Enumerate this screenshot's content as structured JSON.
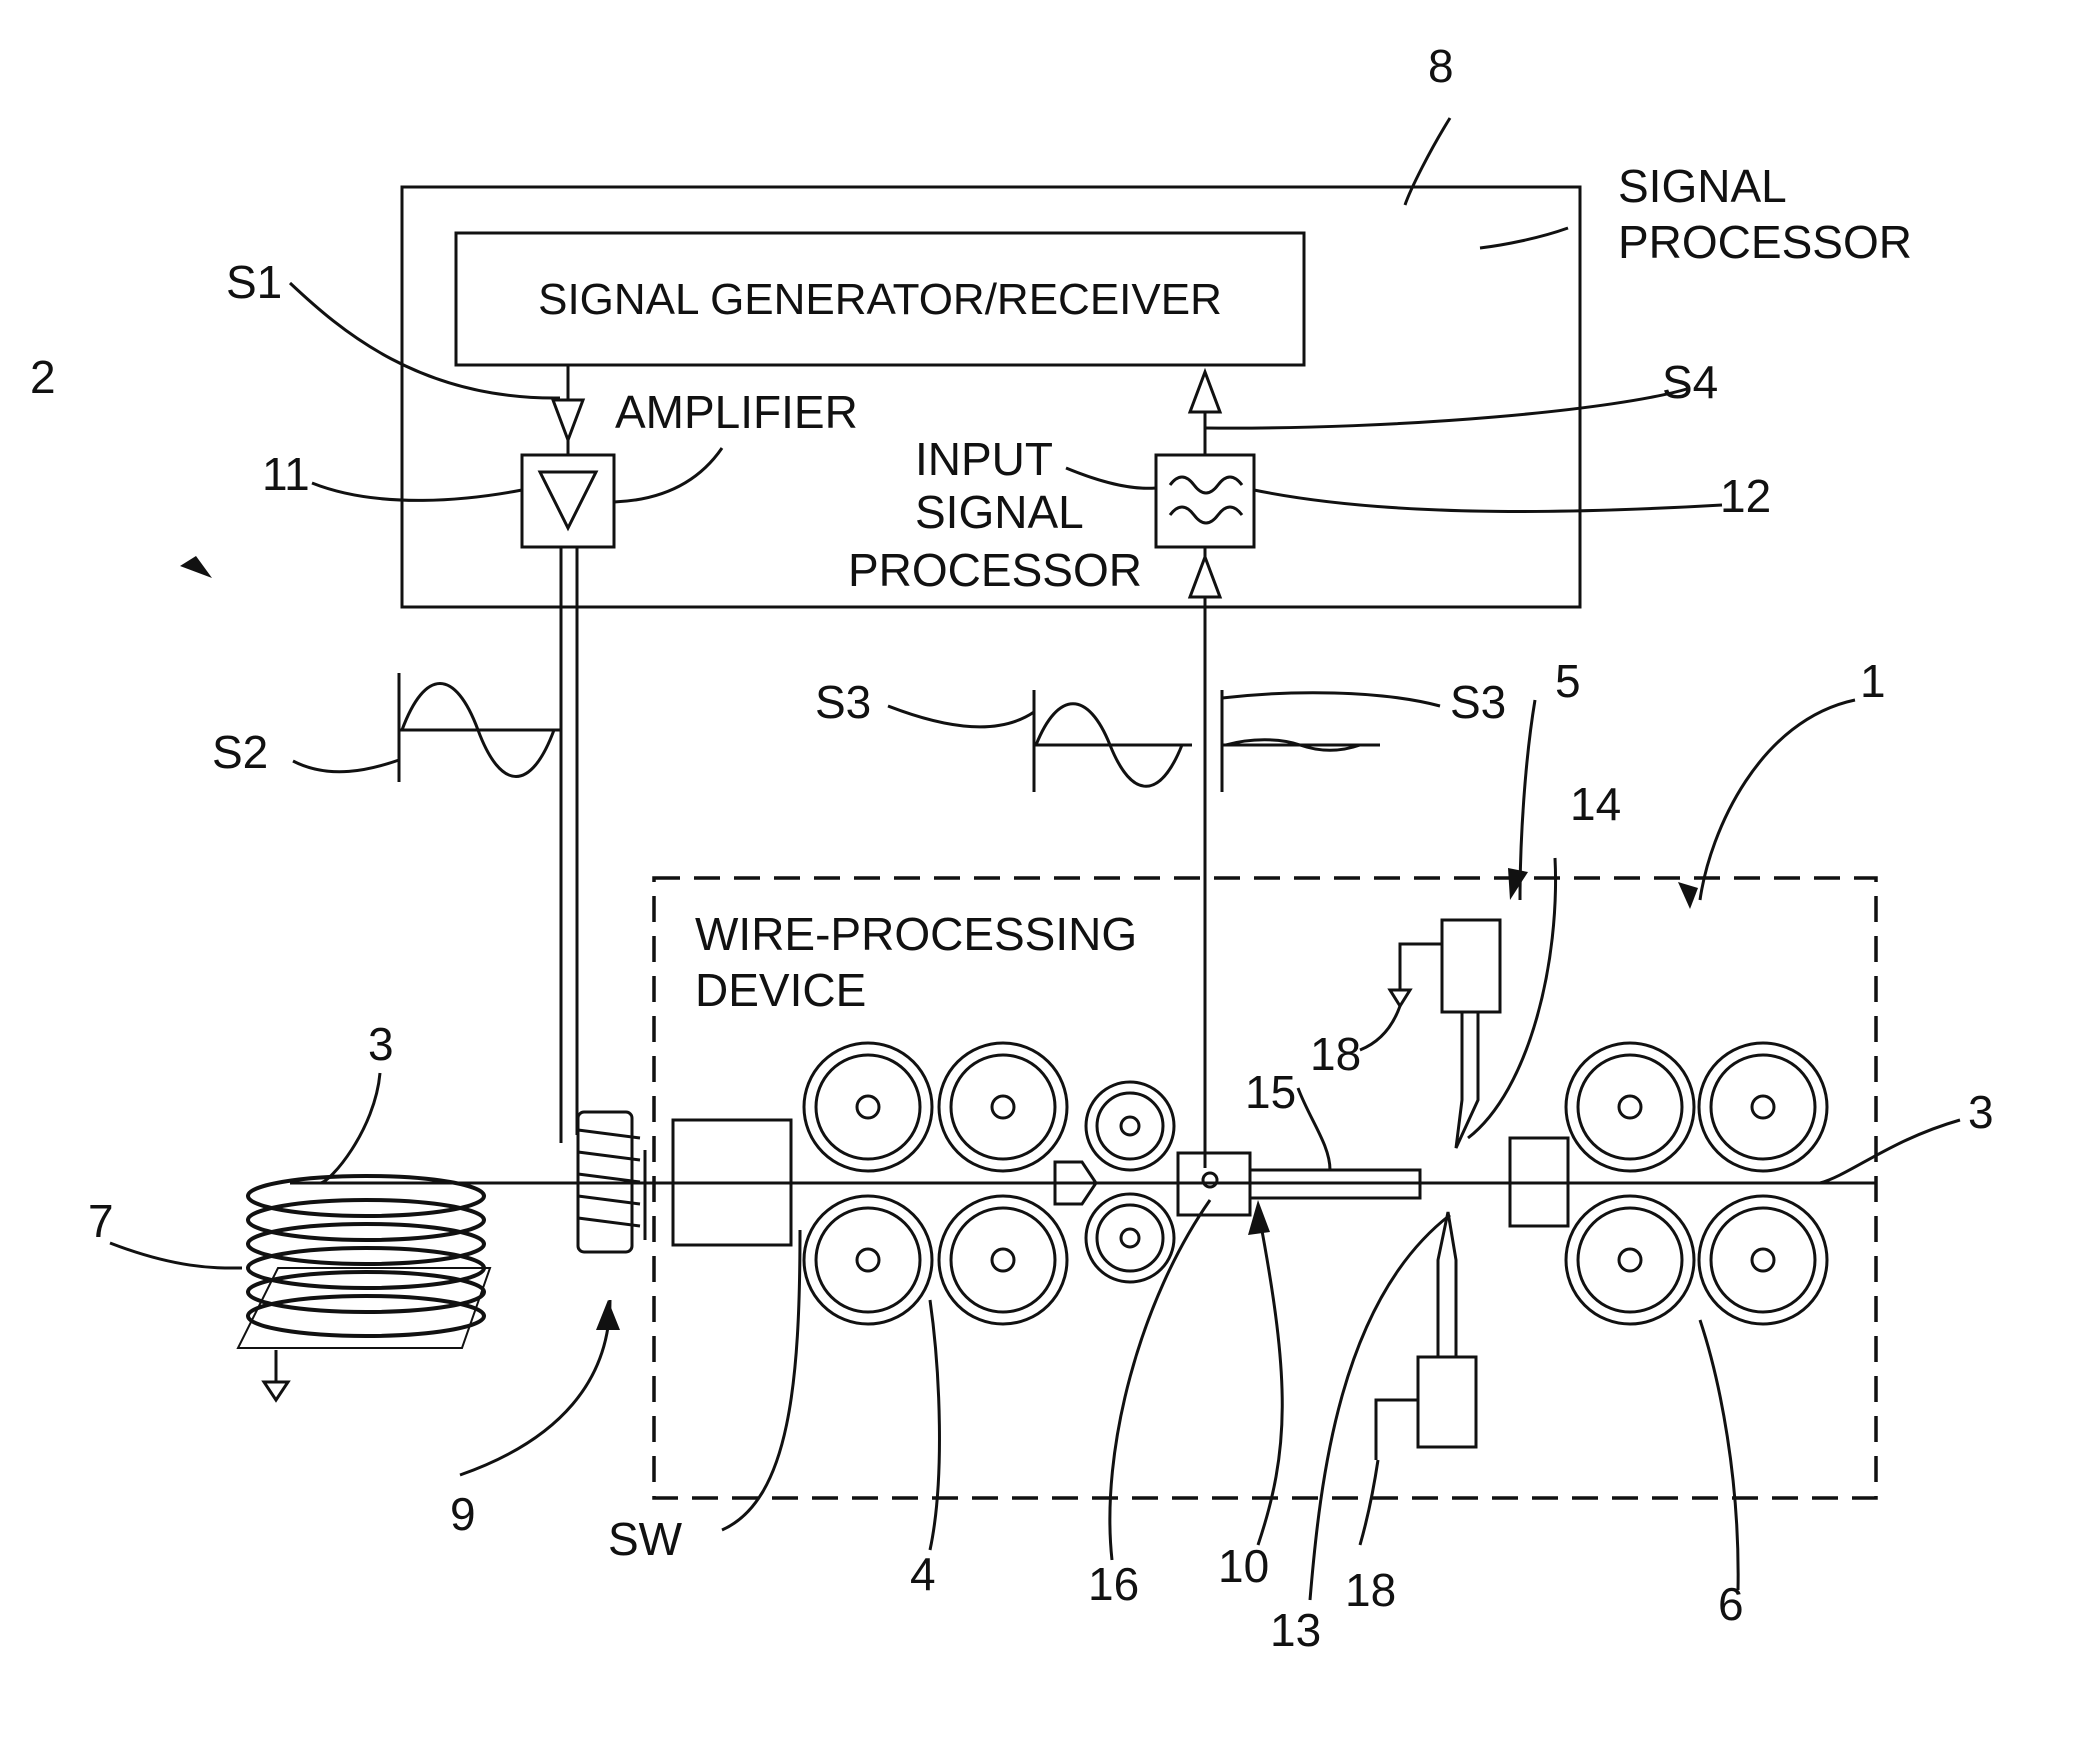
{
  "labels": {
    "signal_gen": "SIGNAL GENERATOR/RECEIVER",
    "signal_proc_1": "SIGNAL",
    "signal_proc_2": "PROCESSOR",
    "amplifier": "AMPLIFIER",
    "input_sp_1": "INPUT",
    "input_sp_2": "SIGNAL",
    "input_sp_3": "PROCESSOR",
    "wire_dev_1": "WIRE-PROCESSING",
    "wire_dev_2": "DEVICE",
    "s1": "S1",
    "s2": "S2",
    "s3a": "S3",
    "s3b": "S3",
    "s4": "S4",
    "sw": "SW",
    "n1": "1",
    "n2": "2",
    "n3a": "3",
    "n3b": "3",
    "n4": "4",
    "n5": "5",
    "n6": "6",
    "n7": "7",
    "n8": "8",
    "n9": "9",
    "n10": "10",
    "n11": "11",
    "n12": "12",
    "n13": "13",
    "n14": "14",
    "n15": "15",
    "n16": "16",
    "n18a": "18",
    "n18b": "18"
  }
}
